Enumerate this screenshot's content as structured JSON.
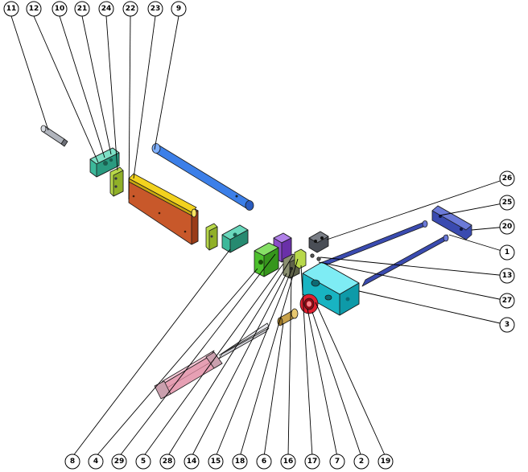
{
  "balloons": [
    "11",
    "12",
    "10",
    "21",
    "24",
    "22",
    "23",
    "9",
    "26",
    "25",
    "20",
    "1",
    "13",
    "27",
    "3",
    "8",
    "4",
    "29",
    "5",
    "28",
    "14",
    "15",
    "18",
    "6",
    "16",
    "17",
    "7",
    "2",
    "19"
  ],
  "colors": {
    "cyan": "#1ec8d6",
    "teal": "#3cb89a",
    "blue": "#3c7fe8",
    "navy": "#3a4bb0",
    "orange": "#c8582a",
    "yellow": "#f2d21e",
    "lime": "#b8d84a",
    "green": "#4cc02c",
    "purple": "#8a4cc8",
    "pink": "#e6a0b4",
    "red": "#e02030",
    "gold": "#c8a24a",
    "gray": "#9aa0a8"
  }
}
